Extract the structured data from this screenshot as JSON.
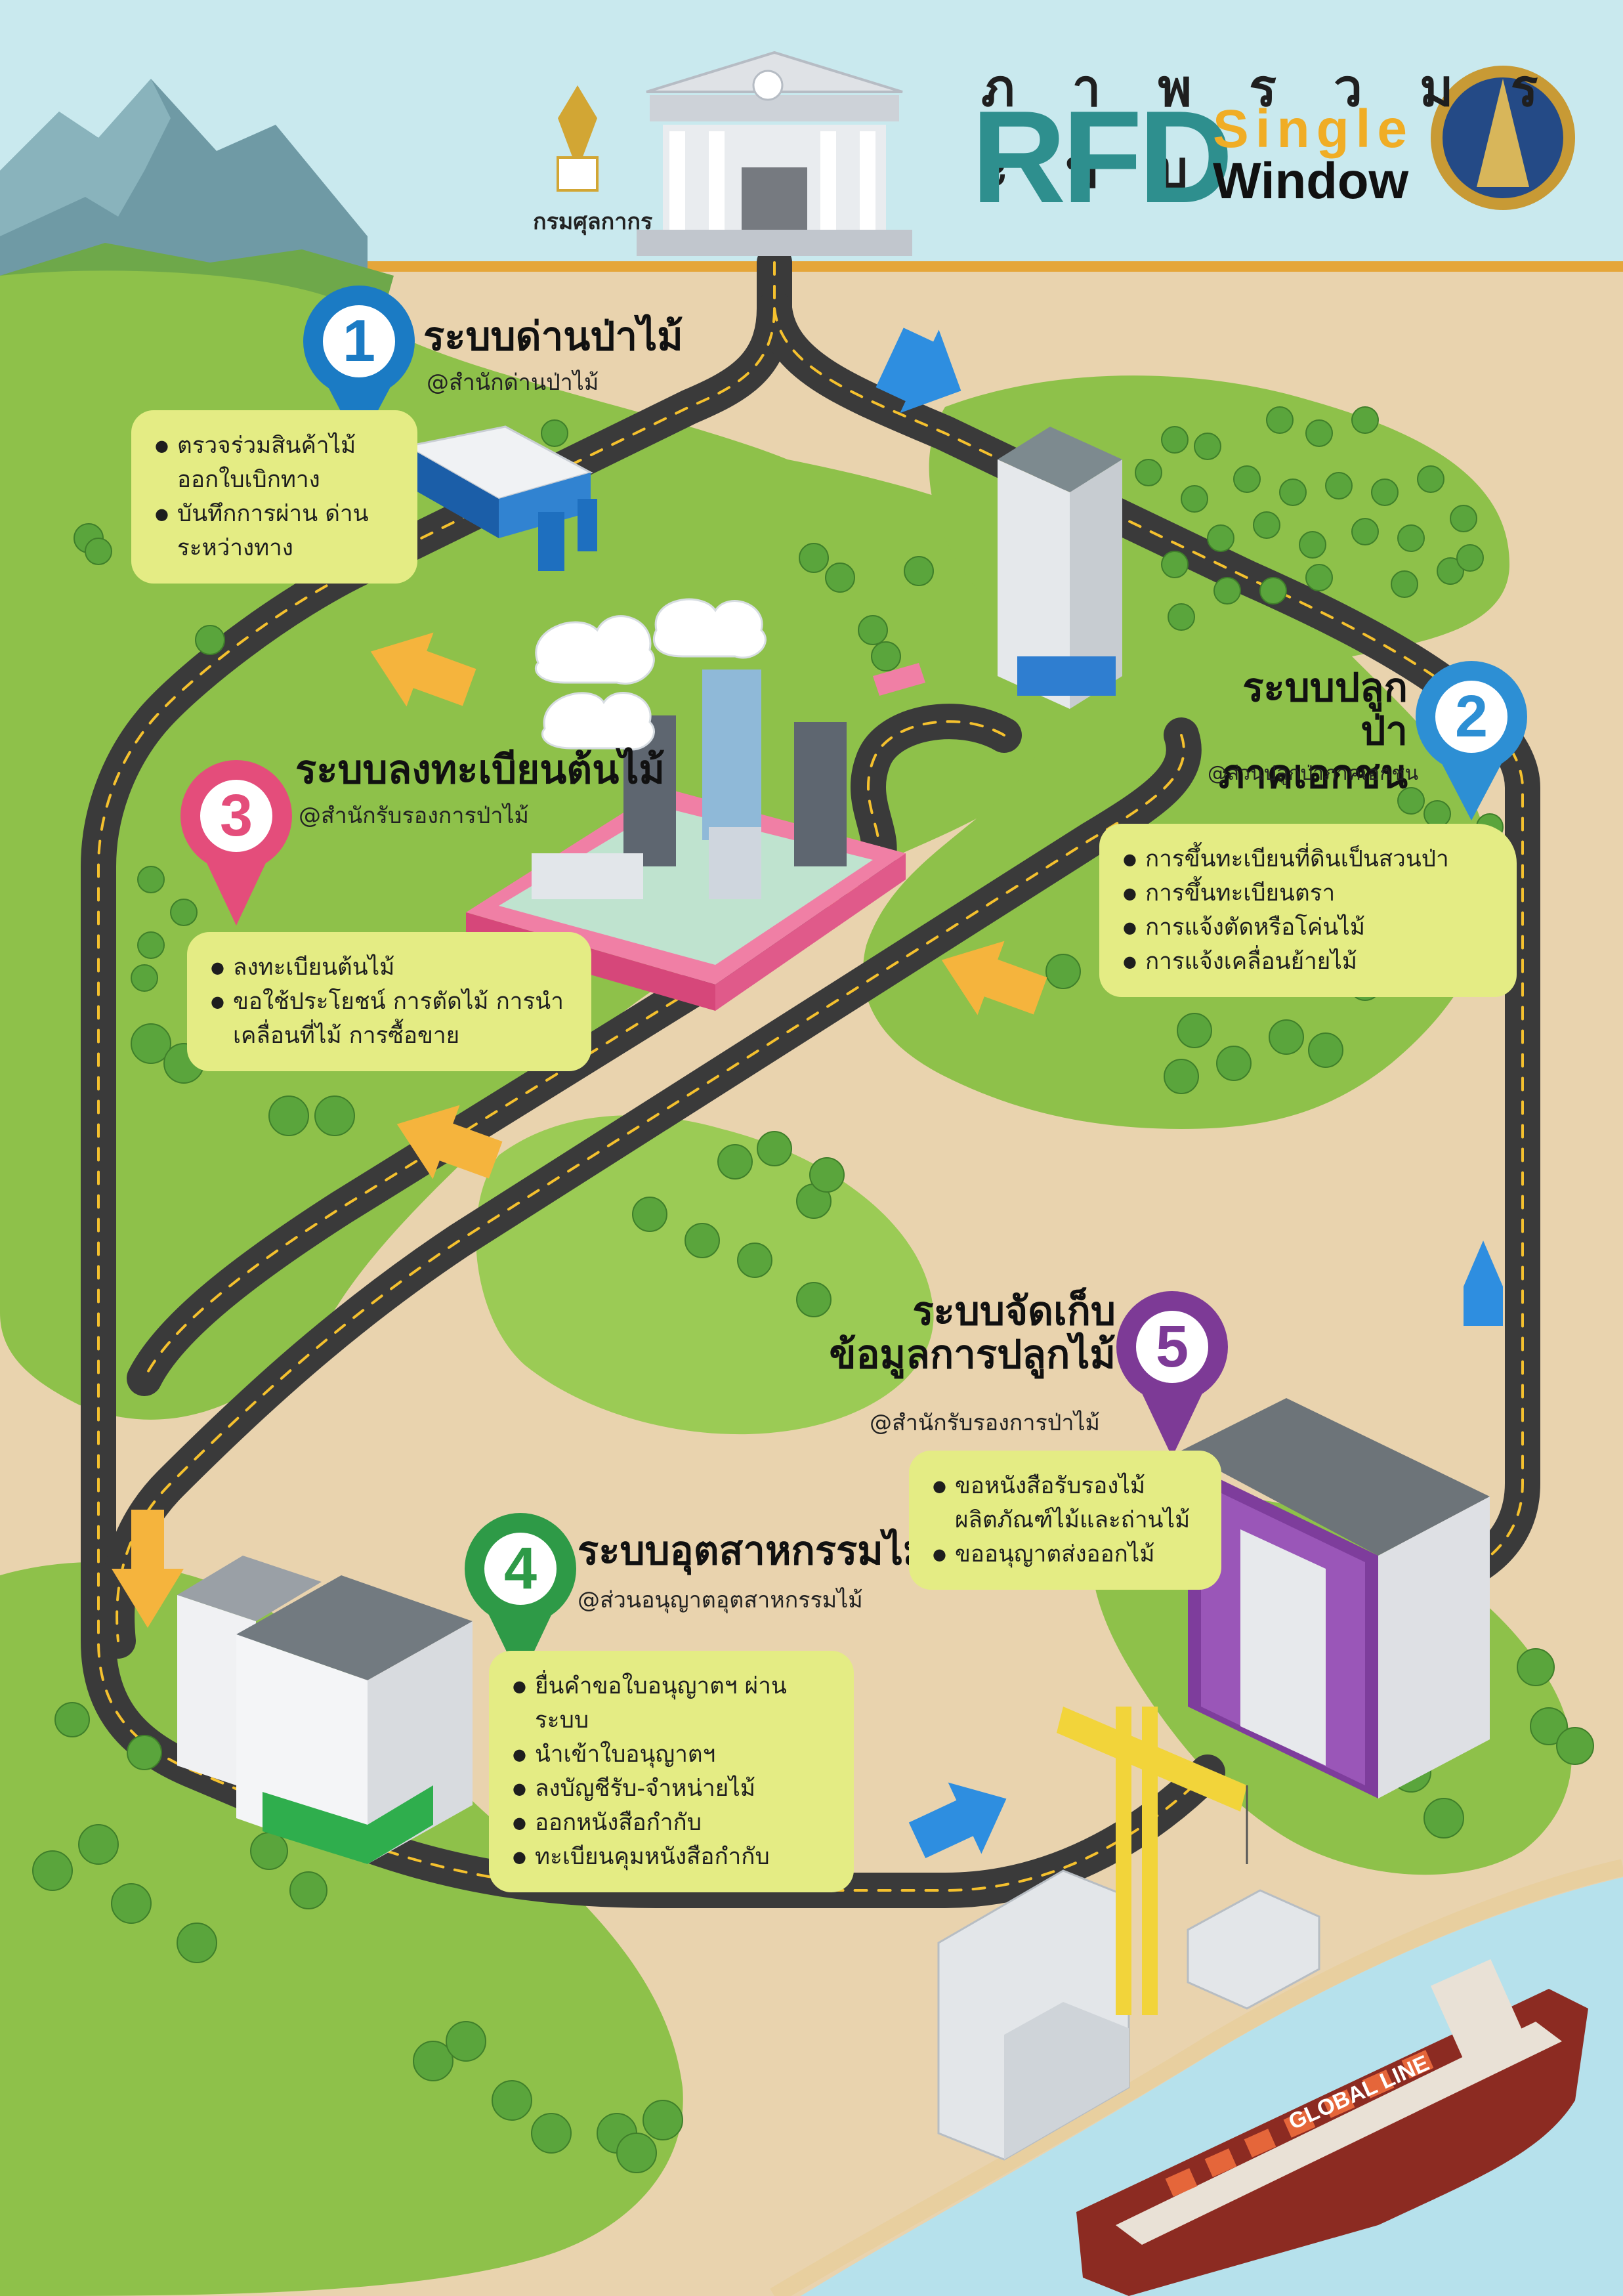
{
  "header": {
    "title_line1": "ภ า พ ร ว ม ร ะ บ บ",
    "title_rfd": "RFD",
    "title_single": "Single",
    "title_window": "Window",
    "department_label": "กรมศุลกากร"
  },
  "systems": [
    {
      "number": "1",
      "title": "ระบบด่านป่าไม้",
      "subtitle": "@สำนักด่านป่าไม้",
      "color": "#1b7bc4",
      "items": [
        "ตรวจร่วมสินค้าไม้ ออกใบเบิกทาง",
        "บันทึกการผ่าน ด่านระหว่างทาง"
      ]
    },
    {
      "number": "2",
      "title_line1": "ระบบปลูกป่า",
      "title_line2": "ภาคเอกชน",
      "subtitle": "@ส่วนปลูกป่าภาคเอกชน",
      "color": "#2d8fd4",
      "items": [
        "การขึ้นทะเบียนที่ดินเป็นสวนป่า",
        "การขึ้นทะเบียนตรา",
        "การแจ้งตัดหรือโค่นไม้",
        "การแจ้งเคลื่อนย้ายไม้"
      ]
    },
    {
      "number": "3",
      "title": "ระบบลงทะเบียนต้นไม้",
      "subtitle": "@สำนักรับรองการป่าไม้",
      "color": "#e44d7b",
      "items": [
        "ลงทะเบียนต้นไม้",
        "ขอใช้ประโยชน์ การตัดไม้ การนำเคลื่อนที่ไม้ การซื้อขาย"
      ]
    },
    {
      "number": "4",
      "title": "ระบบอุตสาหกรรมไม้",
      "subtitle": "@ส่วนอนุญาตอุตสาหกรรมไม้",
      "color": "#2e9a47",
      "items": [
        "ยื่นคำขอใบอนุญาตฯ ผ่านระบบ",
        "นำเข้าใบอนุญาตฯ",
        "ลงบัญชีรับ-จำหน่ายไม้",
        "ออกหนังสือกำกับ",
        "ทะเบียนคุมหนังสือกำกับ"
      ]
    },
    {
      "number": "5",
      "title_line1": "ระบบจัดเก็บ",
      "title_line2": "ข้อมูลการปลูกไม้",
      "subtitle": "@สำนักรับรองการป่าไม้",
      "color": "#7d3a96",
      "items": [
        "ขอหนังสือรับรองไม้ ผลิตภัณฑ์ไม้และถ่านไม้",
        "ขออนุญาตส่งออกไม้"
      ]
    }
  ],
  "ship": {
    "label": "GLOBAL LINE"
  },
  "colors": {
    "sky": "#c9e9ee",
    "sand": "#e9d3ae",
    "grass": "#8ec14a",
    "road": "#3a3a3a",
    "sea": "#b6e1ec",
    "bubble": "#e4ec84",
    "accent": "#f0ad25",
    "brand": "#2e8f8e"
  }
}
